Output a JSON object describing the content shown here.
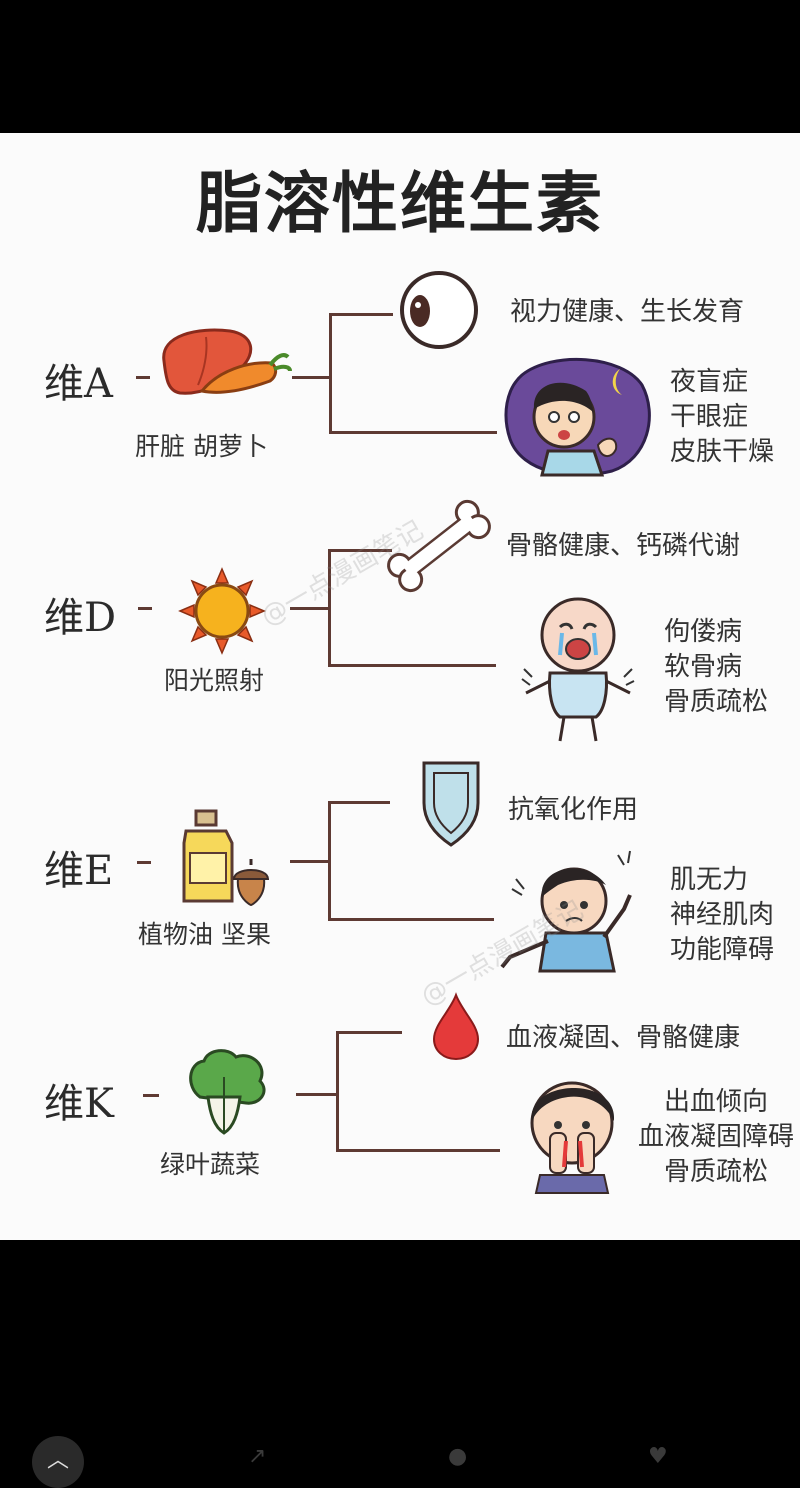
{
  "title": "脂溶性维生素",
  "watermark": "@一点漫画笔记",
  "colors": {
    "line": "#5e3a33",
    "background": "#fbfbfb"
  },
  "sections": [
    {
      "label": "维A",
      "source": "肝脏 胡萝卜",
      "source_icons": [
        "liver-icon",
        "carrot-icon"
      ],
      "effect_icon": "eye-icon",
      "effect": "视力健康、生长发育",
      "deficit_icon": "scared-child-icon",
      "deficiency": [
        "夜盲症",
        "干眼症",
        "皮肤干燥"
      ]
    },
    {
      "label": "维D",
      "source": "阳光照射",
      "source_icons": [
        "sun-icon"
      ],
      "effect_icon": "bone-icon",
      "effect": "骨骼健康、钙磷代谢",
      "deficit_icon": "crying-baby-icon",
      "deficiency": [
        "佝偻病",
        "软骨病",
        "骨质疏松"
      ]
    },
    {
      "label": "维E",
      "source": "植物油 坚果",
      "source_icons": [
        "oil-bottle-icon",
        "nut-icon"
      ],
      "effect_icon": "shield-icon",
      "effect": "抗氧化作用",
      "deficit_icon": "weak-boy-icon",
      "deficiency": [
        "肌无力",
        "神经肌肉",
        "功能障碍"
      ]
    },
    {
      "label": "维K",
      "source": "绿叶蔬菜",
      "source_icons": [
        "cabbage-icon"
      ],
      "effect_icon": "blood-drop-icon",
      "effect": "血液凝固、骨骼健康",
      "deficit_icon": "nosebleed-boy-icon",
      "deficiency": [
        "出血倾向",
        "血液凝固障碍",
        "骨质疏松"
      ]
    }
  ],
  "bottom_bar": {
    "icons": [
      "chevron-up-icon",
      "share-icon",
      "comment-icon",
      "like-icon"
    ]
  }
}
